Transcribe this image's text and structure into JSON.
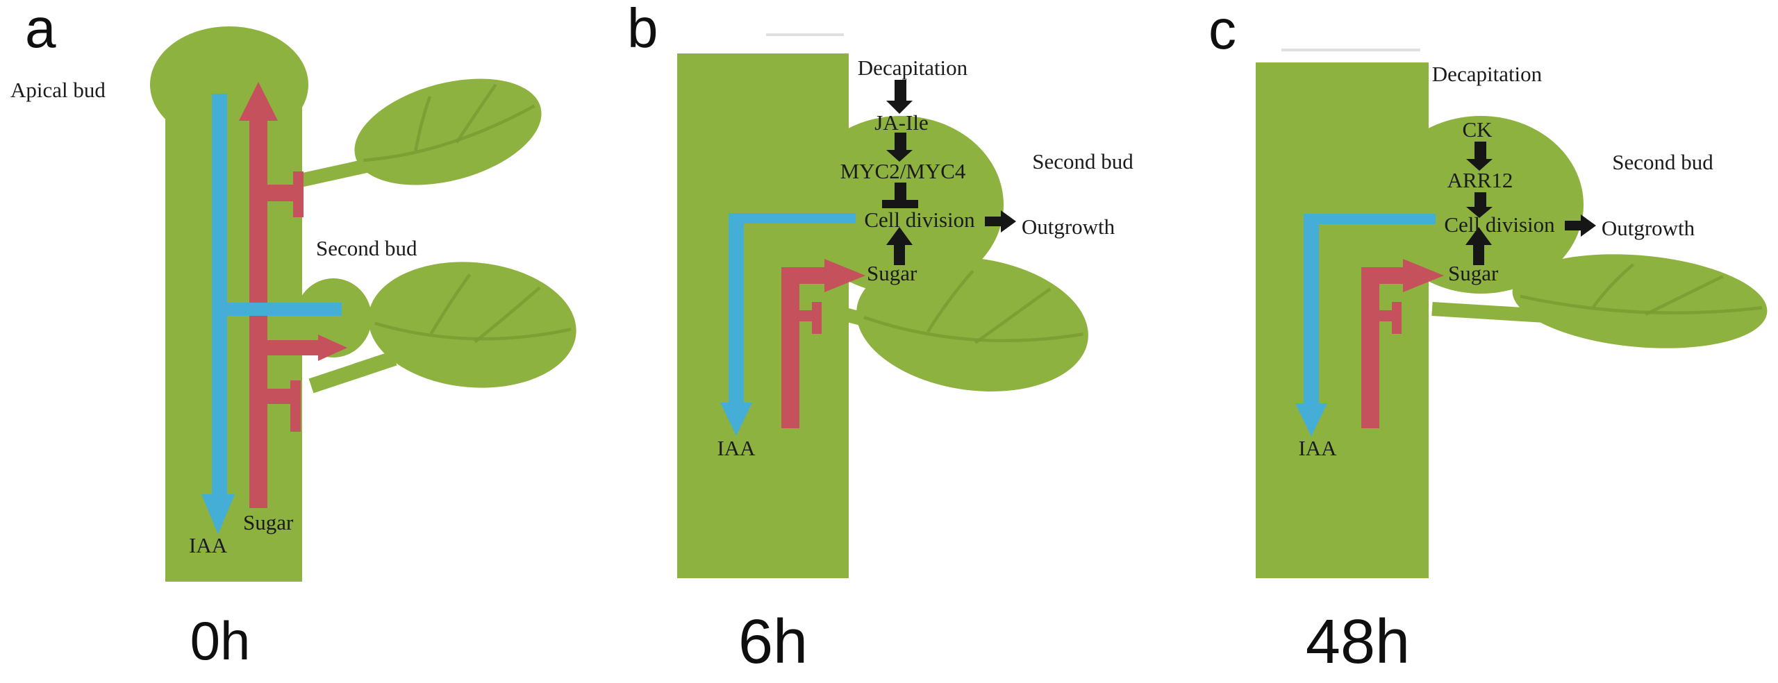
{
  "figure": {
    "colors": {
      "plant_green": "#8db23f",
      "leaf_vein_green": "#7a9b33",
      "auxin_blue": "#45aed6",
      "sugar_red": "#c5515c",
      "arrow_black": "#161616",
      "text_black": "#1b1b1b",
      "background": "#ffffff"
    },
    "panels": {
      "a": {
        "letter": "a",
        "time_label": "0h",
        "apical_bud_label": "Apical bud",
        "second_bud_label": "Second bud",
        "iaa_label": "IAA",
        "sugar_label": "Sugar"
      },
      "b": {
        "letter": "b",
        "time_label": "6h",
        "decapitation_label": "Decapitation",
        "signal1_label": "JA-Ile",
        "signal2_label": "MYC2/MYC4",
        "cell_division_label": "Cell division",
        "outgrowth_label": "Outgrowth",
        "second_bud_label": "Second bud",
        "sugar_label": "Sugar",
        "iaa_label": "IAA"
      },
      "c": {
        "letter": "c",
        "time_label": "48h",
        "decapitation_label": "Decapitation",
        "signal1_label": "CK",
        "signal2_label": "ARR12",
        "cell_division_label": "Cell division",
        "outgrowth_label": "Outgrowth",
        "second_bud_label": "Second bud",
        "sugar_label": "Sugar",
        "iaa_label": "IAA"
      }
    }
  }
}
